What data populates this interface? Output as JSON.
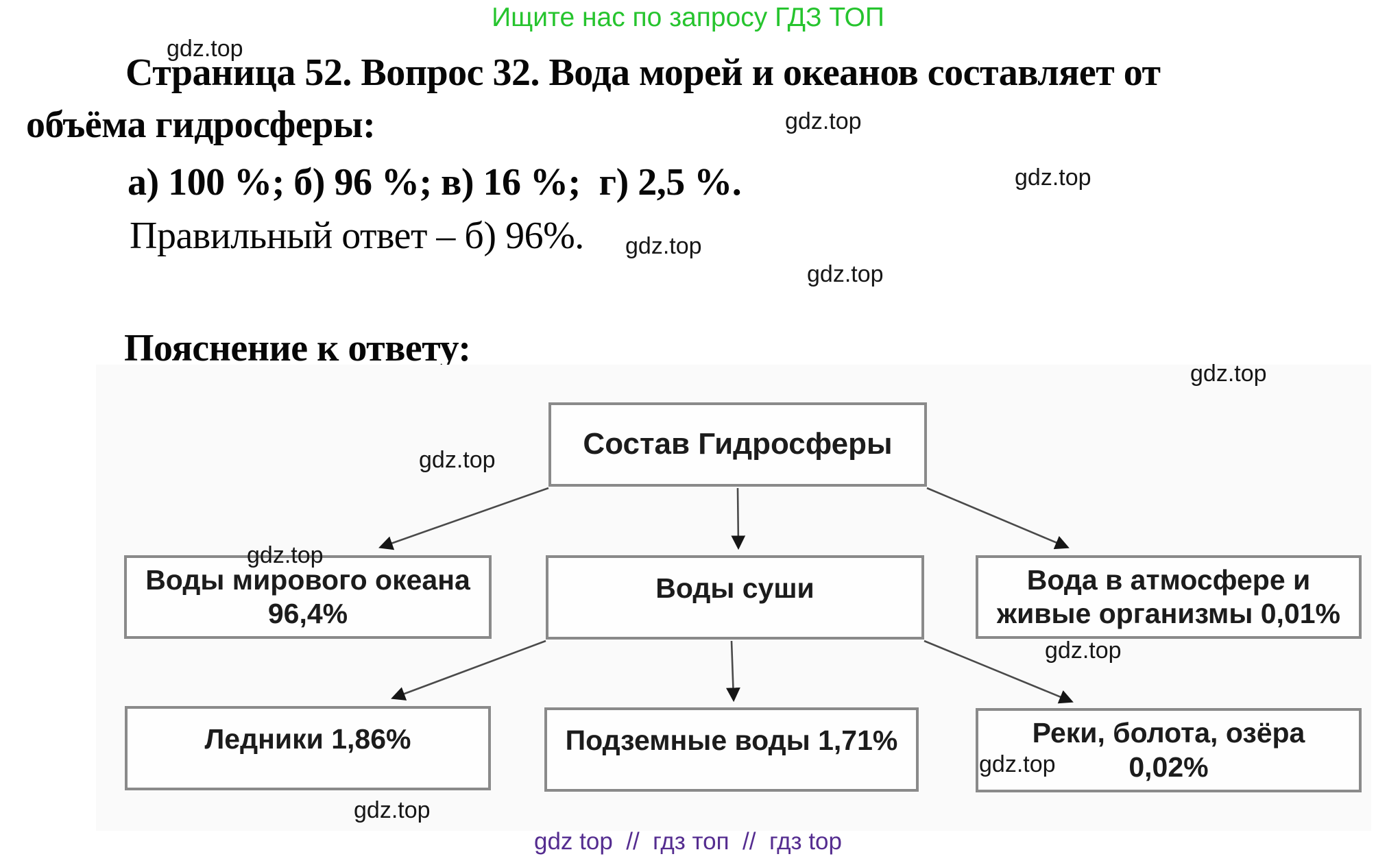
{
  "page": {
    "promo_banner": "Ищите нас по запросу ГДЗ ТОП",
    "watermark": "gdz.top",
    "footer": "gdz top  //  гдз топ  //  гдз top",
    "colors": {
      "promo_green": "#26c42e",
      "footer_purple": "#552d90"
    }
  },
  "question": {
    "heading_line1": "Страница 52. Вопрос 32. Вода морей и океанов составляет от",
    "heading_line2": "объёма гидросферы:",
    "options": "а) 100 %; б) 96 %; в) 16 %;  г) 2,5 %.",
    "answer": "Правильный ответ – б) 96%.",
    "explanation_heading": "Пояснение к ответу:"
  },
  "diagram": {
    "root": {
      "line1": "Состав Гидросферы"
    },
    "ocean": {
      "line1": "Воды мирового океана",
      "line2": "96,4%"
    },
    "land": {
      "line1": "Воды суши"
    },
    "atmosphere": {
      "line1": "Вода в атмосфере и",
      "line2": "живые организмы 0,01%"
    },
    "glaciers": {
      "line1": "Ледники 1,86%"
    },
    "groundwater": {
      "line1": "Подземные воды 1,71%"
    },
    "rivers": {
      "line1": "Реки, болота, озёра",
      "line2": "0,02%"
    }
  }
}
